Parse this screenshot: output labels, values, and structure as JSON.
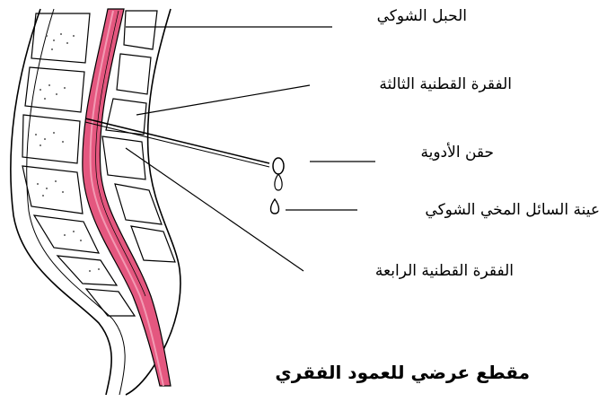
{
  "diagram": {
    "labels": {
      "spinal_cord": "الحبل الشوكي",
      "third_lumbar_vertebra": "الفقرة القطنية الثالثة",
      "drug_injection": "حقن الأدوية",
      "csf_sample": "عينة السائل المخي الشوكي",
      "fourth_lumbar_vertebra": "الفقرة القطنية الرابعة"
    },
    "caption": "مقطع عرضي للعمود الفقري",
    "colors": {
      "line": "#000000",
      "cord": "#e4577f",
      "cord_light": "#f29ab3",
      "background": "#ffffff"
    }
  }
}
